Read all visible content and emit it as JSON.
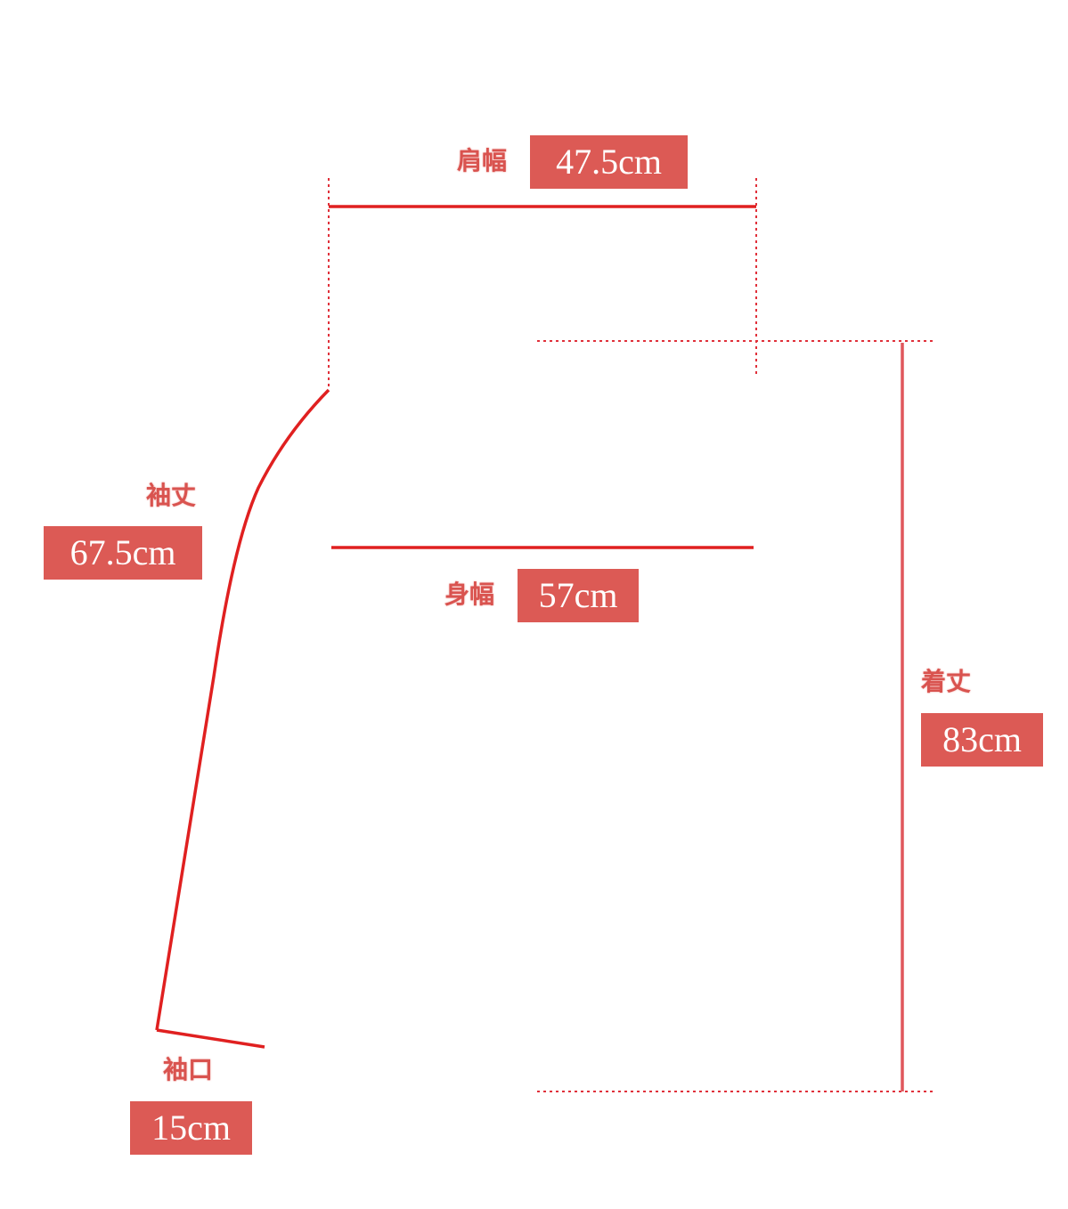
{
  "measurements": {
    "shoulder_width": {
      "label": "肩幅",
      "value": "47.5cm"
    },
    "sleeve_length": {
      "label": "袖丈",
      "value": "67.5cm"
    },
    "body_width": {
      "label": "身幅",
      "value": "57cm"
    },
    "total_length": {
      "label": "着丈",
      "value": "83cm"
    },
    "cuff_width": {
      "label": "袖口",
      "value": "15cm"
    }
  },
  "colors": {
    "line": "#e02020",
    "dotted": "#e0303a",
    "label_text": "#d9534f",
    "value_box": "#dc5a55",
    "value_text": "#ffffff"
  }
}
